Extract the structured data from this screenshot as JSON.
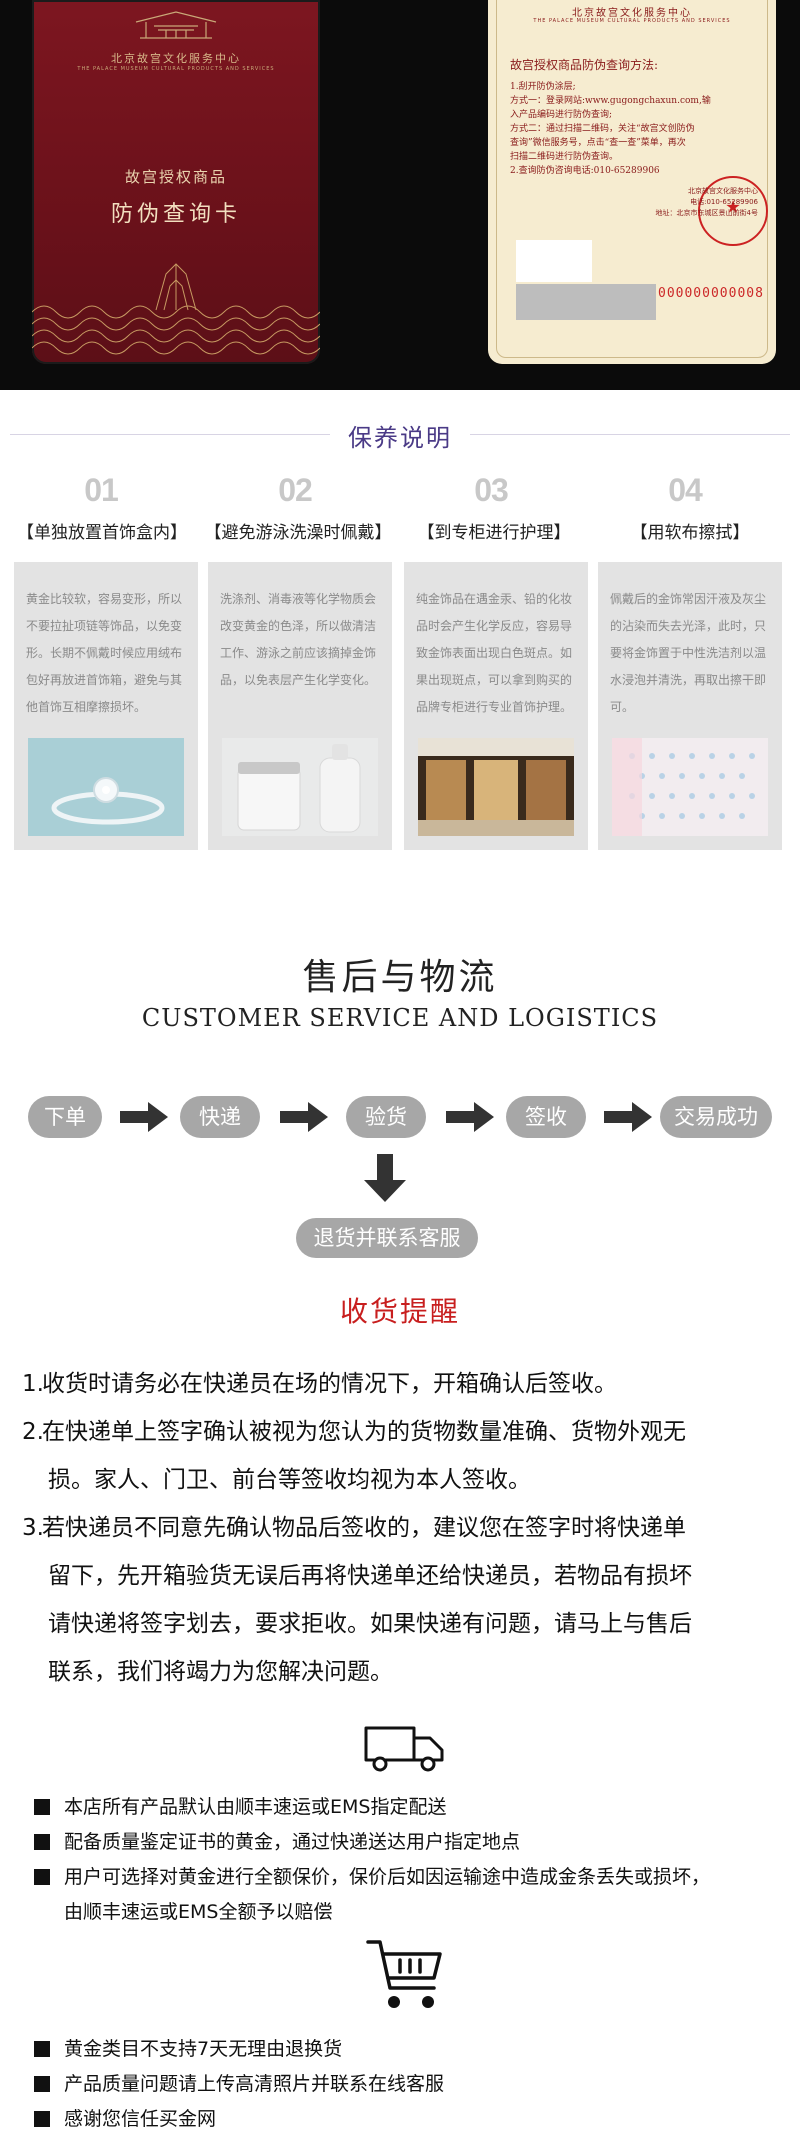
{
  "card_front": {
    "org_name": "北京故宫文化服务中心",
    "org_name_en": "THE PALACE MUSEUM CULTURAL PRODUCTS AND SERVICES",
    "subtitle": "故宫授权商品",
    "title": "防伪查询卡"
  },
  "card_back": {
    "header": "北京故宫文化服务中心",
    "header_en": "THE PALACE MUSEUM CULTURAL PRODUCTS AND SERVICES",
    "query_title": "故宫授权商品防伪查询方法:",
    "lines": [
      "1.刮开防伪涂层;",
      "方式一：登录网站:www.gugongchaxun.com,输",
      "入产品编码进行防伪查询;",
      "方式二：通过扫描二维码，关注“故宫文创防伪",
      "查询”微信服务号，点击“查一查”菜单，再次",
      "扫描二维码进行防伪查询。",
      "2.查询防伪咨询电话:010-65289906"
    ],
    "sign_lines": [
      "北京故宫文化服务中心",
      "电话:010-65289906",
      "地址：北京市东城区景山前街4号"
    ],
    "serial": "000000000008"
  },
  "maintenance": {
    "title": "保养说明",
    "steps": [
      {
        "num": "01",
        "label": "【单独放置首饰盒内】",
        "text": "黄金比较软，容易变形，所以不要拉扯项链等饰品，以免变形。长期不佩戴时候应用绒布包好再放进首饰箱，避免与其他首饰互相摩擦损坏。",
        "image": "ring-photo"
      },
      {
        "num": "02",
        "label": "【避免游泳洗澡时佩戴】",
        "text": "洗涤剂、消毒液等化学物质会改变黄金的色泽，所以做清洁工作、游泳之前应该摘掉金饰品，以免表层产生化学变化。",
        "image": "bottles-photo"
      },
      {
        "num": "03",
        "label": "【到专柜进行护理】",
        "text": "纯金饰品在遇金汞、铅的化妆品时会产生化学反应，容易导致金饰表面出现白色斑点。如果出现斑点，可以拿到购买的品牌专柜进行专业首饰护理。",
        "image": "store-photo"
      },
      {
        "num": "04",
        "label": "【用软布擦拭】",
        "text": "佩戴后的金饰常因汗液及灰尘的沾染而失去光泽，此时，只要将金饰置于中性洗洁剂以温水浸泡并清洗，再取出擦干即可。",
        "image": "cloth-photo"
      }
    ]
  },
  "service": {
    "title": "售后与物流",
    "subtitle": "CUSTOMER SERVICE AND LOGISTICS",
    "flow": [
      "下单",
      "快递",
      "验货",
      "签收",
      "交易成功"
    ],
    "return_label": "退货并联系客服"
  },
  "receipt": {
    "title": "收货提醒",
    "items": [
      {
        "num": "1.",
        "lines": [
          "收货时请务必在快递员在场的情况下，开箱确认后签收。"
        ]
      },
      {
        "num": "2.",
        "lines": [
          "在快递单上签字确认被视为您认为的货物数量准确、货物外观无",
          "损。家人、门卫、前台等签收均视为本人签收。"
        ]
      },
      {
        "num": "3.",
        "lines": [
          "若快递员不同意先确认物品后签收的，建议您在签字时将快递单",
          "留下，先开箱验货无误后再将快递单还给快递员，若物品有损坏",
          "请快递将签字划去，要求拒收。如果快递有问题，请马上与售后",
          "联系，我们将竭力为您解决问题。"
        ]
      }
    ]
  },
  "shipping": {
    "icon": "truck-icon",
    "bullets": [
      [
        "本店所有产品默认由顺丰速运或EMS指定配送"
      ],
      [
        "配备质量鉴定证书的黄金，通过快递送达用户指定地点"
      ],
      [
        "用户可选择对黄金进行全额保价，保价后如因运输途中造成金条丢失或损坏，",
        "由顺丰速运或EMS全额予以赔偿"
      ]
    ]
  },
  "returns": {
    "icon": "cart-icon",
    "bullets": [
      [
        "黄金类目不支持7天无理由退换货"
      ],
      [
        "产品质量问题请上传高清照片并联系在线客服"
      ],
      [
        "感谢您信任买金网"
      ]
    ]
  },
  "colors": {
    "accent_purple": "#4a3a86",
    "accent_red": "#c81e1e",
    "pill_gray": "#a7a7a7",
    "card_red": "#6a111a",
    "card_cream": "#f6ecd0"
  }
}
